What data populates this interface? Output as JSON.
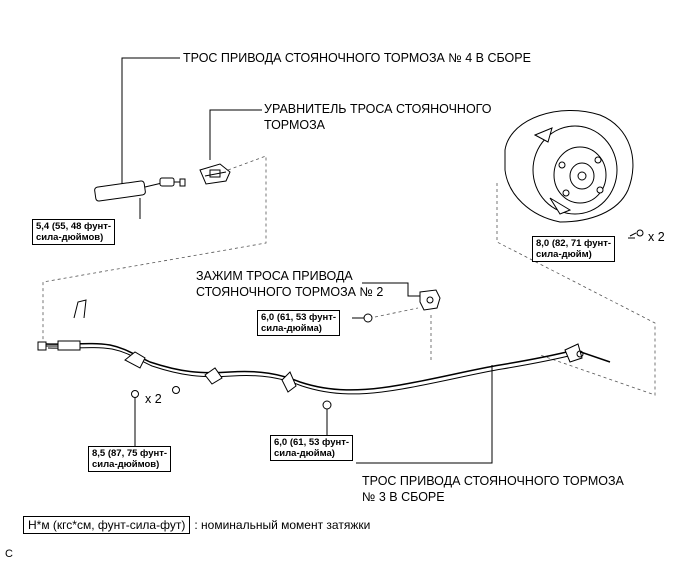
{
  "labels": {
    "cable_no4": "ТРОС ПРИВОДА СТОЯНОЧНОГО ТОРМОЗА № 4 В СБОРЕ",
    "equalizer_line1": "УРАВНИТЕЛЬ ТРОСА СТОЯНОЧНОГО",
    "equalizer_line2": "ТОРМОЗА",
    "clamp_line1": "ЗАЖИМ ТРОСА ПРИВОДА",
    "clamp_line2": "СТОЯНОЧНОГО ТОРМОЗА № 2",
    "cable_no3_line1": "ТРОС ПРИВОДА СТОЯНОЧНОГО ТОРМОЗА",
    "cable_no3_line2": "№ 3 В СБОРЕ",
    "x2_left": "x 2",
    "x2_right": "x 2"
  },
  "torques": {
    "t_54_line1": "5,4 (55, 48 фунт-",
    "t_54_line2": "сила-дюймов)",
    "t_80_line1": "8,0 (82, 71 фунт-",
    "t_80_line2": "сила-дюйм)",
    "t_60a_line1": "6,0 (61, 53 фунт-",
    "t_60a_line2": "сила-дюйма)",
    "t_85_line1": "8,5 (87, 75 фунт-",
    "t_85_line2": "сила-дюймов)",
    "t_60b_line1": "6,0 (61, 53 фунт-",
    "t_60b_line2": "сила-дюйма)"
  },
  "legend": {
    "unit_box": "Н*м (кгс*см, фунт-сила-фут)",
    "description": ": номинальный момент затяжки"
  },
  "corner_mark": "C"
}
